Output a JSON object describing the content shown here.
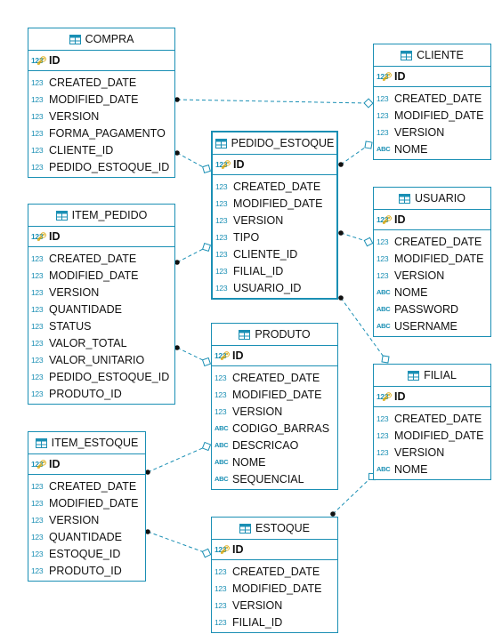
{
  "tables": [
    {
      "id": "compra",
      "name": "COMPRA",
      "pk": "ID",
      "columns": [
        {
          "name": "CREATED_DATE",
          "type": "123"
        },
        {
          "name": "MODIFIED_DATE",
          "type": "123"
        },
        {
          "name": "VERSION",
          "type": "123"
        },
        {
          "name": "FORMA_PAGAMENTO",
          "type": "123"
        },
        {
          "name": "CLIENTE_ID",
          "type": "123"
        },
        {
          "name": "PEDIDO_ESTOQUE_ID",
          "type": "123"
        }
      ]
    },
    {
      "id": "cliente",
      "name": "CLIENTE",
      "pk": "ID",
      "columns": [
        {
          "name": "CREATED_DATE",
          "type": "123"
        },
        {
          "name": "MODIFIED_DATE",
          "type": "123"
        },
        {
          "name": "VERSION",
          "type": "123"
        },
        {
          "name": "NOME",
          "type": "ABC"
        }
      ]
    },
    {
      "id": "pedido_estoque",
      "name": "PEDIDO_ESTOQUE",
      "pk": "ID",
      "selected": true,
      "columns": [
        {
          "name": "CREATED_DATE",
          "type": "123"
        },
        {
          "name": "MODIFIED_DATE",
          "type": "123"
        },
        {
          "name": "VERSION",
          "type": "123"
        },
        {
          "name": "TIPO",
          "type": "123"
        },
        {
          "name": "CLIENTE_ID",
          "type": "123"
        },
        {
          "name": "FILIAL_ID",
          "type": "123"
        },
        {
          "name": "USUARIO_ID",
          "type": "123"
        }
      ]
    },
    {
      "id": "item_pedido",
      "name": "ITEM_PEDIDO",
      "pk": "ID",
      "columns": [
        {
          "name": "CREATED_DATE",
          "type": "123"
        },
        {
          "name": "MODIFIED_DATE",
          "type": "123"
        },
        {
          "name": "VERSION",
          "type": "123"
        },
        {
          "name": "QUANTIDADE",
          "type": "123"
        },
        {
          "name": "STATUS",
          "type": "123"
        },
        {
          "name": "VALOR_TOTAL",
          "type": "123"
        },
        {
          "name": "VALOR_UNITARIO",
          "type": "123"
        },
        {
          "name": "PEDIDO_ESTOQUE_ID",
          "type": "123"
        },
        {
          "name": "PRODUTO_ID",
          "type": "123"
        }
      ]
    },
    {
      "id": "usuario",
      "name": "USUARIO",
      "pk": "ID",
      "columns": [
        {
          "name": "CREATED_DATE",
          "type": "123"
        },
        {
          "name": "MODIFIED_DATE",
          "type": "123"
        },
        {
          "name": "VERSION",
          "type": "123"
        },
        {
          "name": "NOME",
          "type": "ABC"
        },
        {
          "name": "PASSWORD",
          "type": "ABC"
        },
        {
          "name": "USERNAME",
          "type": "ABC"
        }
      ]
    },
    {
      "id": "produto",
      "name": "PRODUTO",
      "pk": "ID",
      "columns": [
        {
          "name": "CREATED_DATE",
          "type": "123"
        },
        {
          "name": "MODIFIED_DATE",
          "type": "123"
        },
        {
          "name": "VERSION",
          "type": "123"
        },
        {
          "name": "CODIGO_BARRAS",
          "type": "ABC"
        },
        {
          "name": "DESCRICAO",
          "type": "ABC"
        },
        {
          "name": "NOME",
          "type": "ABC"
        },
        {
          "name": "SEQUENCIAL",
          "type": "ABC"
        }
      ]
    },
    {
      "id": "filial",
      "name": "FILIAL",
      "pk": "ID",
      "columns": [
        {
          "name": "CREATED_DATE",
          "type": "123"
        },
        {
          "name": "MODIFIED_DATE",
          "type": "123"
        },
        {
          "name": "VERSION",
          "type": "123"
        },
        {
          "name": "NOME",
          "type": "ABC"
        }
      ]
    },
    {
      "id": "item_estoque",
      "name": "ITEM_ESTOQUE",
      "pk": "ID",
      "columns": [
        {
          "name": "CREATED_DATE",
          "type": "123"
        },
        {
          "name": "MODIFIED_DATE",
          "type": "123"
        },
        {
          "name": "VERSION",
          "type": "123"
        },
        {
          "name": "QUANTIDADE",
          "type": "123"
        },
        {
          "name": "ESTOQUE_ID",
          "type": "123"
        },
        {
          "name": "PRODUTO_ID",
          "type": "123"
        }
      ]
    },
    {
      "id": "estoque",
      "name": "ESTOQUE",
      "pk": "ID",
      "columns": [
        {
          "name": "CREATED_DATE",
          "type": "123"
        },
        {
          "name": "MODIFIED_DATE",
          "type": "123"
        },
        {
          "name": "VERSION",
          "type": "123"
        },
        {
          "name": "FILIAL_ID",
          "type": "123"
        }
      ]
    }
  ],
  "relations": [
    {
      "from": "compra",
      "to": "cliente"
    },
    {
      "from": "compra",
      "to": "pedido_estoque"
    },
    {
      "from": "pedido_estoque",
      "to": "cliente"
    },
    {
      "from": "item_pedido",
      "to": "pedido_estoque"
    },
    {
      "from": "pedido_estoque",
      "to": "usuario"
    },
    {
      "from": "item_pedido",
      "to": "produto"
    },
    {
      "from": "pedido_estoque",
      "to": "filial"
    },
    {
      "from": "item_estoque",
      "to": "produto"
    },
    {
      "from": "item_estoque",
      "to": "estoque"
    },
    {
      "from": "estoque",
      "to": "filial"
    }
  ],
  "colors": {
    "border": "#1a8fb4",
    "line": "#1a8fb4",
    "key": "#d9a400"
  }
}
